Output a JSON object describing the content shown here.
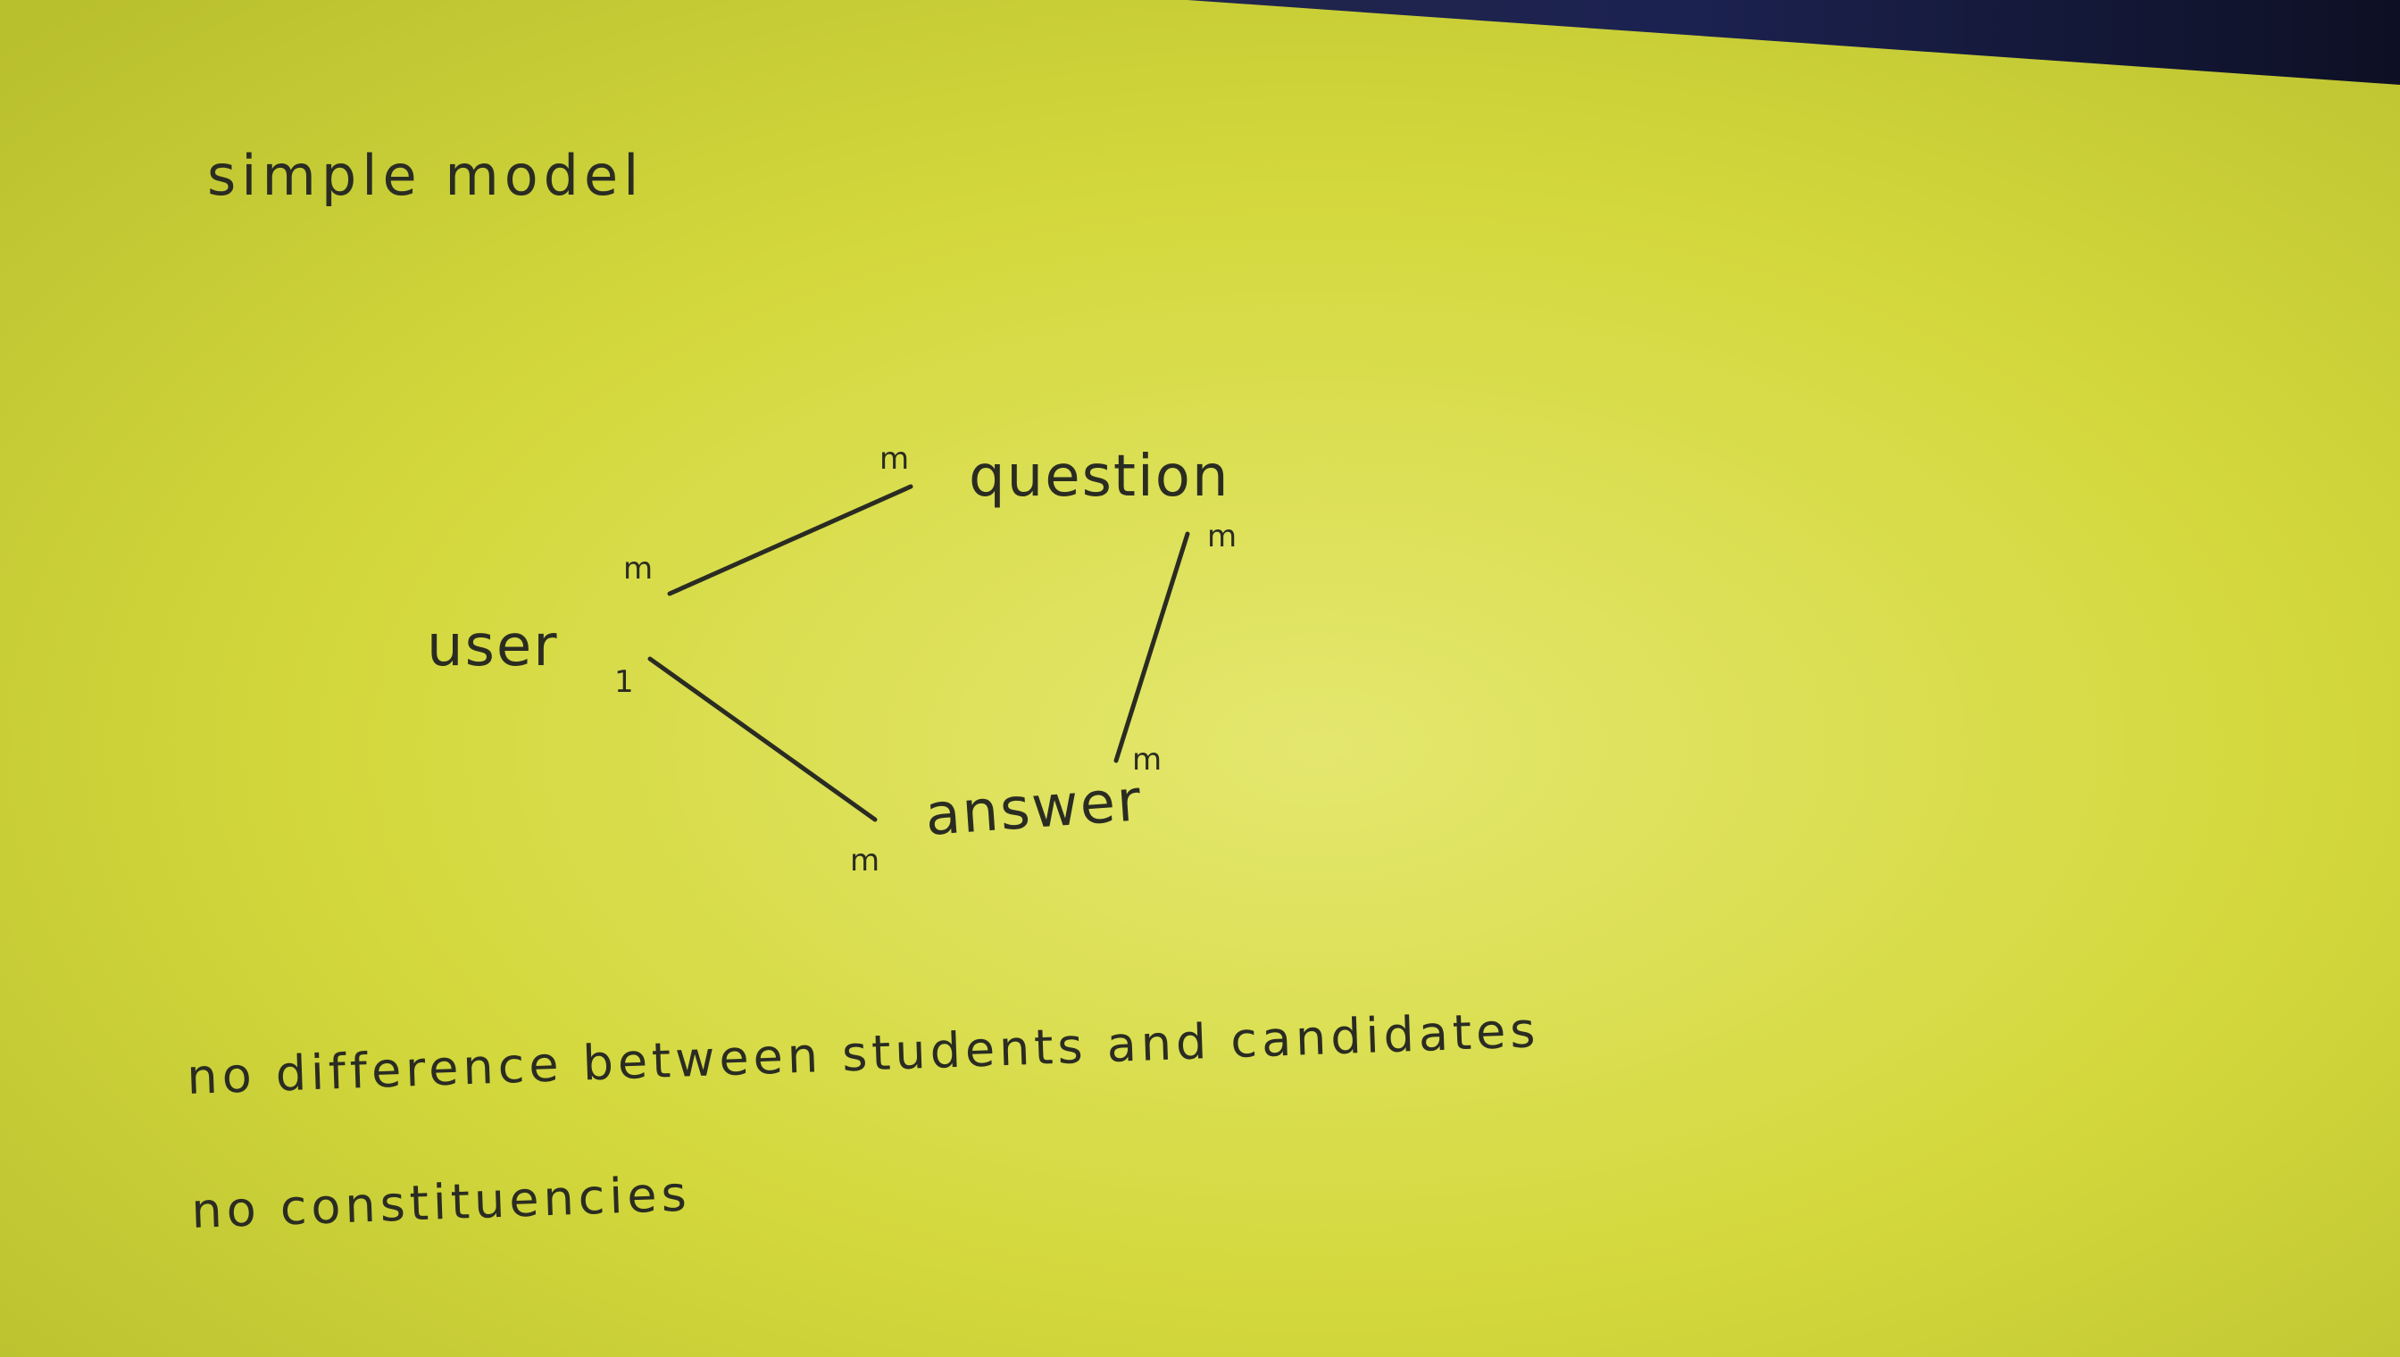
{
  "diagram": {
    "title": "simple model",
    "nodes": {
      "user": "user",
      "question": "question",
      "answer": "answer"
    },
    "edges": [
      {
        "from": "user",
        "to": "question",
        "from_card": "m",
        "to_card": "m"
      },
      {
        "from": "user",
        "to": "answer",
        "from_card": "1",
        "to_card": "m"
      },
      {
        "from": "question",
        "to": "answer",
        "from_card": "m",
        "to_card": "m"
      }
    ],
    "notes": [
      "no difference between students and candidates",
      "no constituencies"
    ]
  },
  "colors": {
    "paper": "#d4d83a",
    "paper_light": "#e2e56a",
    "ink": "#2a2c22",
    "background": "#1a1c2a"
  }
}
